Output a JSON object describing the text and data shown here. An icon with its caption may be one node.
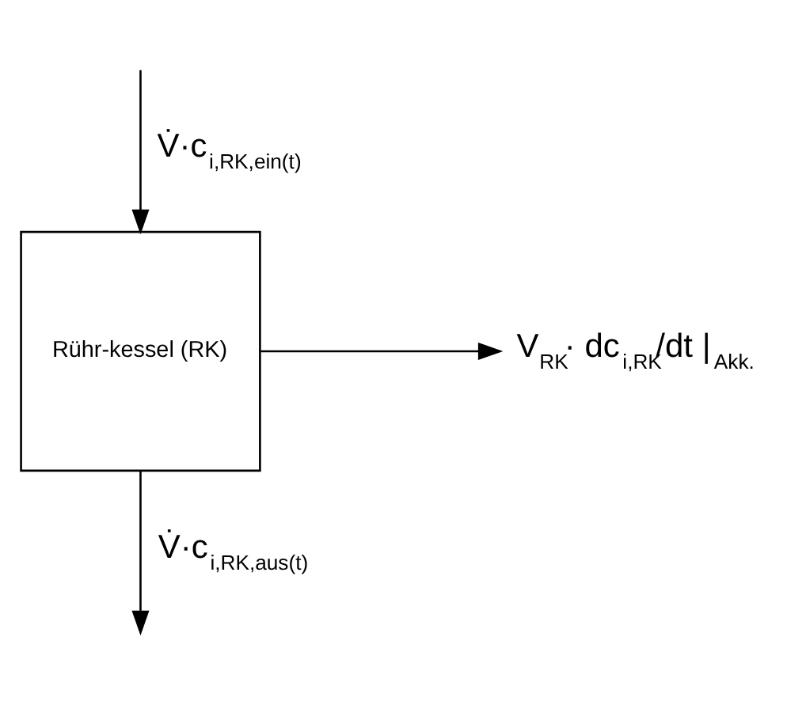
{
  "diagram": {
    "nodes": [
      {
        "text": [
          "Rühr-kessel (RK)"
        ]
      },
      {
        "text": [
          "V$_{RK}$· dc$_{i,RK}$/dt |$_{Akk.}$"
        ]
      }
    ],
    "edges": [
      {
        "from": null,
        "to": 0,
        "arrow": "to",
        "label": "V̇·c$_{i,RK,ein(t)}$"
      },
      {
        "from": 0,
        "to": null,
        "arrow": "to",
        "label": "V̇·c$_{i,RK,aus(t)}$"
      },
      {
        "from": 0,
        "to": 1,
        "arrow": "to"
      }
    ]
  }
}
